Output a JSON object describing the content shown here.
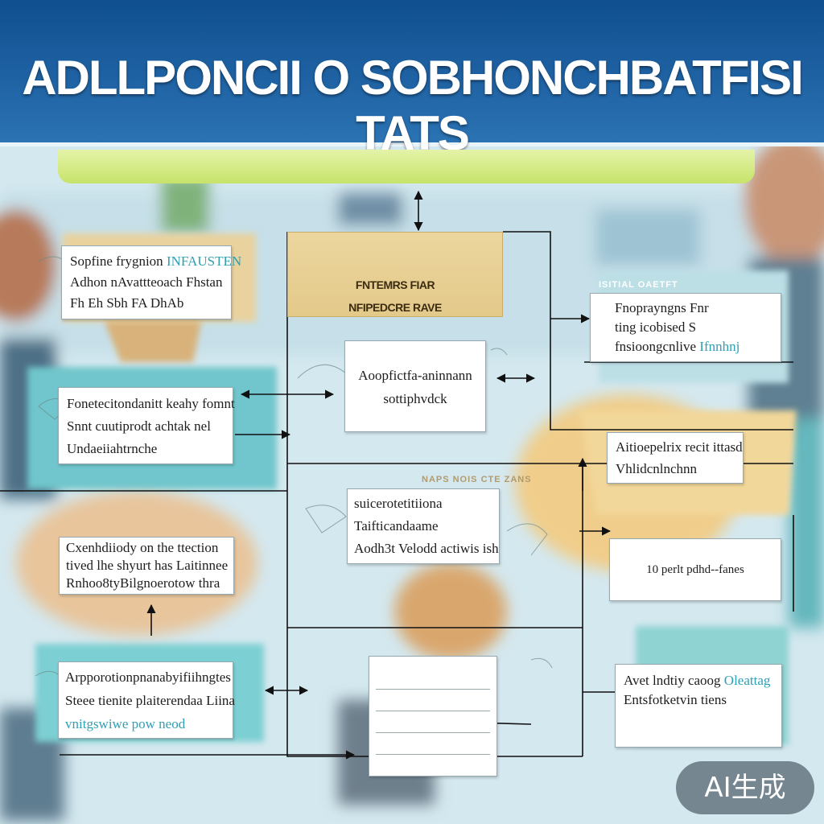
{
  "title": "ADLLPONCII O SOBHONCHBATFISI TATS",
  "panels": [
    {
      "id": "p1",
      "lines": [
        {
          "text": "Sopfine frygnion",
          "accent": "INFAUSTEN"
        },
        {
          "text": "Adhon nAvattteoach Fhstan"
        },
        {
          "text": "Fh Eh Sbh  FA  DhAb"
        }
      ]
    },
    {
      "id": "p2",
      "lines": [
        {
          "text": "Fonetecitondanitt keahy fomnt"
        },
        {
          "text": "Snnt cuutiprodt achtak nel"
        },
        {
          "text": "Undaeiiahtrnche"
        }
      ]
    },
    {
      "id": "p3",
      "lines": [
        {
          "text": "Aoopfictfa-aninnann"
        },
        {
          "text": "sottiphvdck"
        }
      ]
    },
    {
      "id": "p4",
      "lines": [
        {
          "text": "Fnoprayngns Fnr"
        },
        {
          "text": "ting icobised S"
        },
        {
          "text": "fnsioongcnlive",
          "accent": "Ifnnhnj"
        }
      ]
    },
    {
      "id": "p5",
      "lines": [
        {
          "text": "Aitioepelrix recit ittasd"
        },
        {
          "text": "Vhlidcnlnchnn"
        }
      ]
    },
    {
      "id": "p6",
      "lines": [
        {
          "text": "suicerotetitiiona"
        },
        {
          "text": "Taifticandaame"
        },
        {
          "text": "Aodh3t Velodd actiwis ish"
        }
      ]
    },
    {
      "id": "p7",
      "lines": [
        {
          "text": "Cxenhdiiody on the ttection"
        },
        {
          "text": "tived lhe shyurt has Laitinnee"
        },
        {
          "text": "Rnhoo8tyBilgnoerotow thra"
        }
      ]
    },
    {
      "id": "p8",
      "lines": [
        {
          "text": "10 perlt pdhd--fanes"
        }
      ]
    },
    {
      "id": "p9",
      "lines": [
        {
          "text": "Arpporotionpnanabyifiihngtes"
        },
        {
          "text": "Steee tienite plaiterendaa Liina"
        },
        {
          "text": "vnitgswiwe pow neod",
          "accent": ""
        }
      ]
    },
    {
      "id": "p10",
      "lines": [
        {
          "text": "Avet lndtiy caoog",
          "accent": "Oleattag"
        },
        {
          "text": "Entsfotketvin tiens"
        }
      ]
    },
    {
      "id": "p11",
      "lines": [
        {
          "text": ""
        },
        {
          "text": ""
        },
        {
          "text": ""
        },
        {
          "text": ""
        }
      ]
    }
  ],
  "tan_box": {
    "line1": "FNTEMRS  FIAR",
    "line2": "NFIPEDCRE RAVE"
  },
  "faint_labels": {
    "a": "ISITIAL OAETFT",
    "b": "NAPS NOIS CTE ZANS"
  },
  "badge": "AI生成",
  "colors": {
    "banner": "#1f62a3",
    "accent": "#2f9fb4",
    "teal": "#6fc6cc",
    "tan": "#e3c98a",
    "green": "#c7e36a"
  }
}
